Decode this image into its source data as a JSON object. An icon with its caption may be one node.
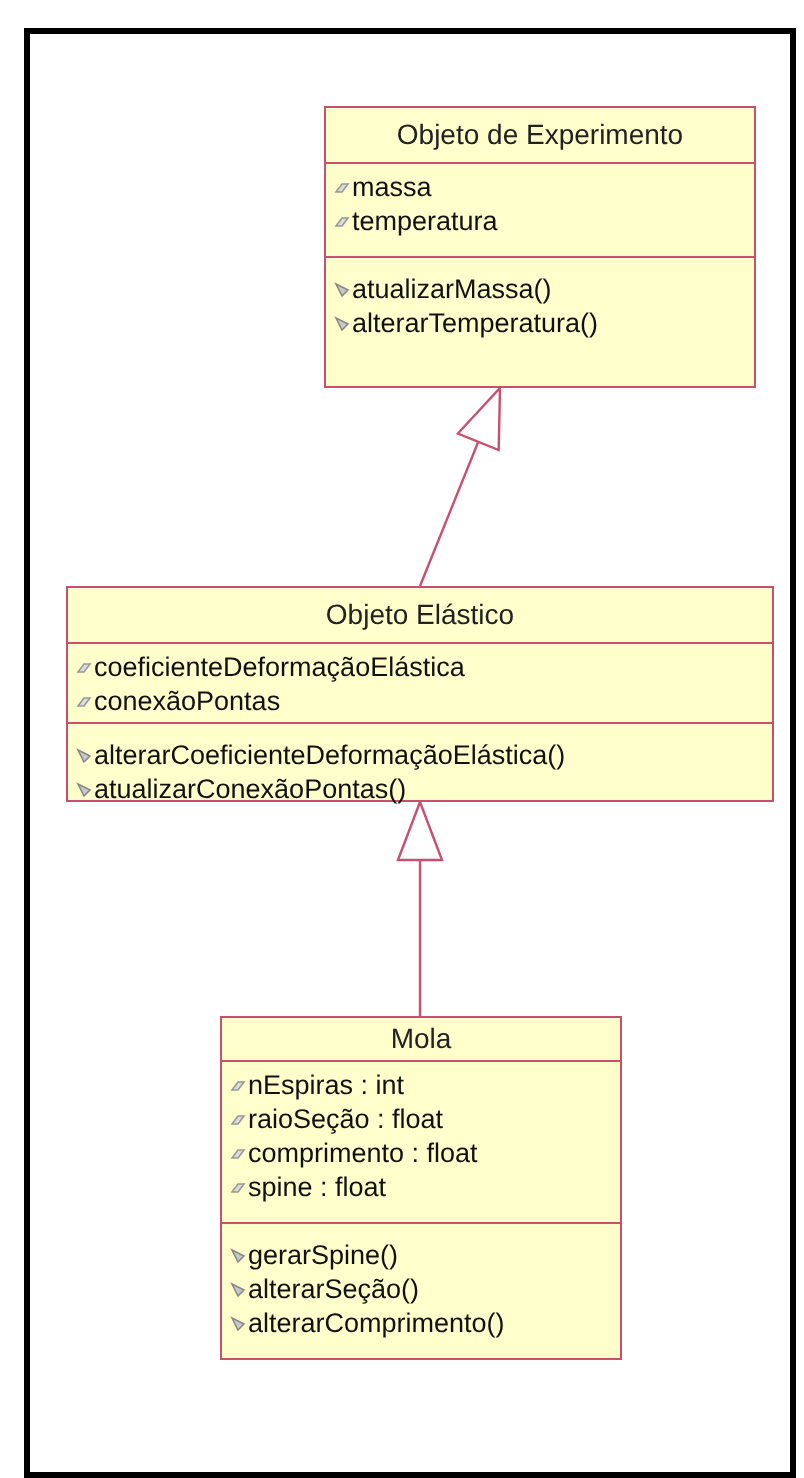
{
  "diagram": {
    "nodes": [
      {
        "text": [
          "Objeto de Experimento"
        ]
      },
      {
        "text": [
          "massa",
          "temperatura"
        ],
        "in": 0
      },
      {
        "text": [
          "atualizarMassa()",
          "alterarTemperatura()"
        ],
        "in": 0
      },
      {
        "text": [
          "Objeto Elástico"
        ]
      },
      {
        "text": [
          "coeficienteDeformaçãoElástica",
          "conexãoPontas"
        ],
        "in": 3
      },
      {
        "text": [
          "alterarCoeficienteDeformaçãoElástica()",
          "atualizarConexãoPontas()"
        ],
        "in": 3
      },
      {
        "text": [
          "Mola"
        ]
      },
      {
        "text": [
          "nEspiras : int",
          "raioSeção : float",
          "comprimento : float",
          "spine : float"
        ],
        "in": 6
      },
      {
        "text": [
          "gerarSpine()",
          "alterarSeção()",
          "alterarComprimento()"
        ],
        "in": 6
      }
    ],
    "edges": [
      {
        "from": 3,
        "to": 0,
        "arrow": "to"
      },
      {
        "from": 6,
        "to": 3,
        "arrow": "to"
      }
    ]
  }
}
